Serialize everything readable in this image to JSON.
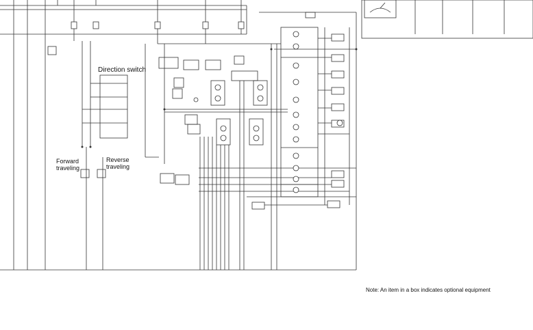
{
  "labels": {
    "direction_switch": "Direction switch",
    "forward": [
      "Forward",
      "traveling"
    ],
    "reverse": [
      "Reverse",
      "traveling"
    ],
    "note": "Note: An item in a box indicates optional equipment"
  },
  "colors": {
    "line": "#333333",
    "text": "#111111",
    "background": "#ffffff"
  }
}
